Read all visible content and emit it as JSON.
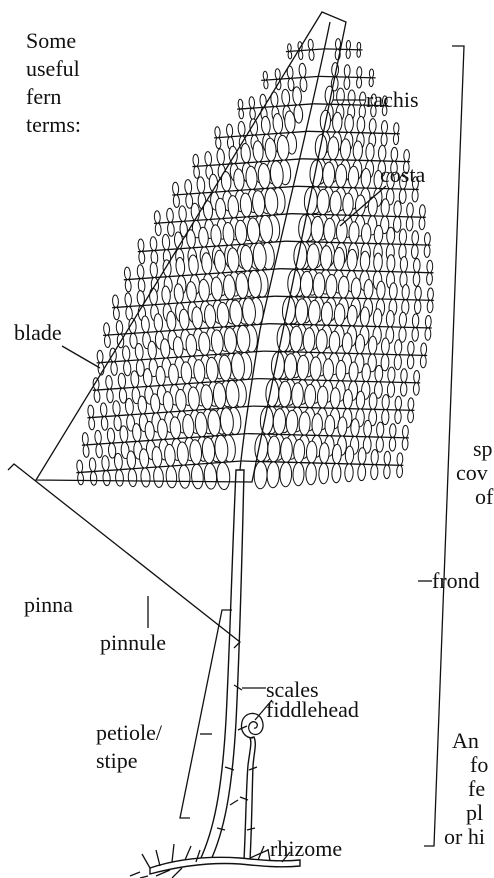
{
  "title": "Some useful fern terms:",
  "title_lines": [
    "Some",
    "useful",
    "fern",
    "terms:"
  ],
  "labels": {
    "rachis": "rachis",
    "costa": "costa",
    "blade": "blade",
    "frond": "frond",
    "pinna": "pinna",
    "pinnule": "pinnule",
    "scales": "scales",
    "fiddlehead": "fiddlehead",
    "petiole": "petiole/",
    "stipe": "stipe",
    "rhizome": "rhizome"
  },
  "truncated_text": {
    "line1": "sp",
    "line2": "cov",
    "line3": "of",
    "line4": "An",
    "line5": "fo",
    "line6": "fe",
    "line7": "pl",
    "line8": "or hi"
  }
}
